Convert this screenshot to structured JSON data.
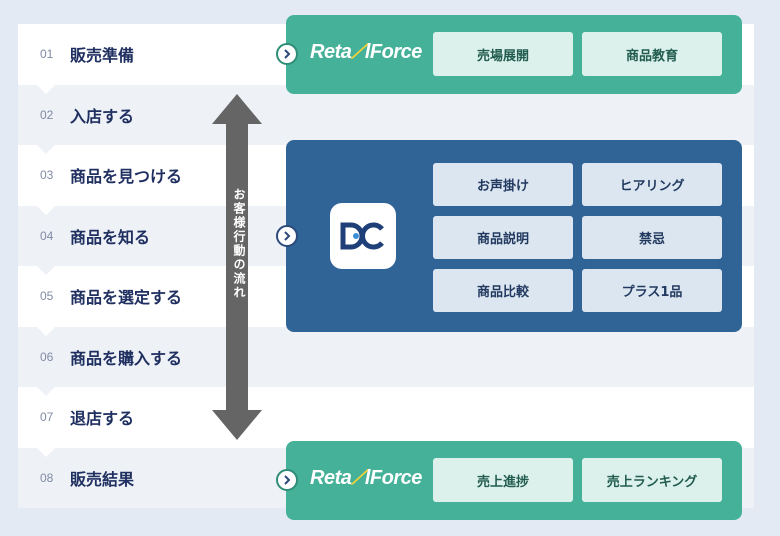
{
  "steps": [
    {
      "num": "01",
      "label": "販売準備"
    },
    {
      "num": "02",
      "label": "入店する"
    },
    {
      "num": "03",
      "label": "商品を見つける"
    },
    {
      "num": "04",
      "label": "商品を知る"
    },
    {
      "num": "05",
      "label": "商品を選定する"
    },
    {
      "num": "06",
      "label": "商品を購入する"
    },
    {
      "num": "07",
      "label": "退店する"
    },
    {
      "num": "08",
      "label": "販売結果"
    }
  ],
  "flow_label": "お客様行動の流れ",
  "top_panel": {
    "logo_part1": "Reta",
    "logo_part2": "lForce",
    "tags": [
      "売場展開",
      "商品教育"
    ]
  },
  "mid_panel": {
    "logo_name": "DC-logo",
    "tags": [
      "お声掛け",
      "ヒアリング",
      "商品説明",
      "禁忌",
      "商品比較",
      "プラス1品"
    ]
  },
  "bottom_panel": {
    "logo_part1": "Reta",
    "logo_part2": "lForce",
    "tags": [
      "売上進捗",
      "売上ランキング"
    ]
  },
  "colors": {
    "teal": "#45b198",
    "blue": "#306497",
    "accent_yellow": "#f2d338",
    "arrow": "#656565"
  }
}
